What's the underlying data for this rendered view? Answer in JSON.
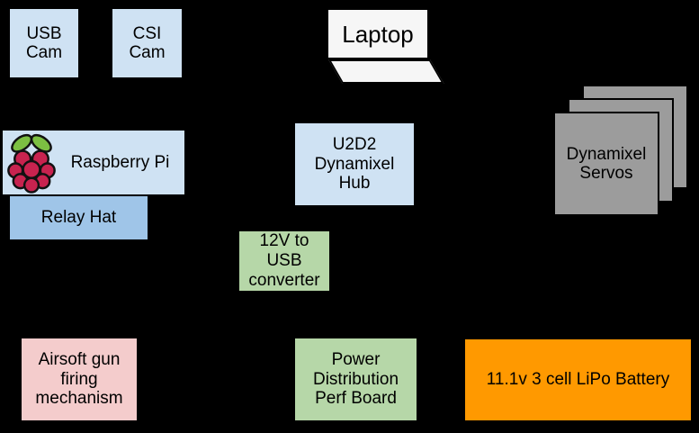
{
  "diagram": {
    "background": "#000000",
    "text_color": "#000000",
    "nodes": {
      "usb_cam": {
        "label": "USB\nCam",
        "fill": "#cfe2f3"
      },
      "csi_cam": {
        "label": "CSI\nCam",
        "fill": "#cfe2f3"
      },
      "laptop": {
        "label": "Laptop",
        "fill": "#f6f6f6",
        "outline": "#000000"
      },
      "raspberry_pi": {
        "label": "Raspberry Pi",
        "fill": "#cfe2f3",
        "icon": "raspberry-pi-logo",
        "icon_colors": {
          "berry": "#c8234f",
          "leaves": "#7cbf42",
          "outline": "#111111"
        }
      },
      "relay_hat": {
        "label": "Relay Hat",
        "fill": "#9fc5e8"
      },
      "u2d2_hub": {
        "label": "U2D2\nDynamixel\nHub",
        "fill": "#cfe2f3"
      },
      "dynamixel_servos": {
        "label": "Dynamixel\nServos",
        "fill": "#9c9c9c",
        "outline": "#000000",
        "stack_count": 3
      },
      "usb_converter": {
        "label": "12V to\nUSB\nconverter",
        "fill": "#b6d7a8"
      },
      "airsoft": {
        "label": "Airsoft gun\nfiring\nmechanism",
        "fill": "#f4cccc"
      },
      "power_board": {
        "label": "Power\nDistribution\nPerf Board",
        "fill": "#b6d7a8"
      },
      "lipo_battery": {
        "label": "11.1v 3 cell LiPo Battery",
        "fill": "#ff9900"
      }
    }
  }
}
